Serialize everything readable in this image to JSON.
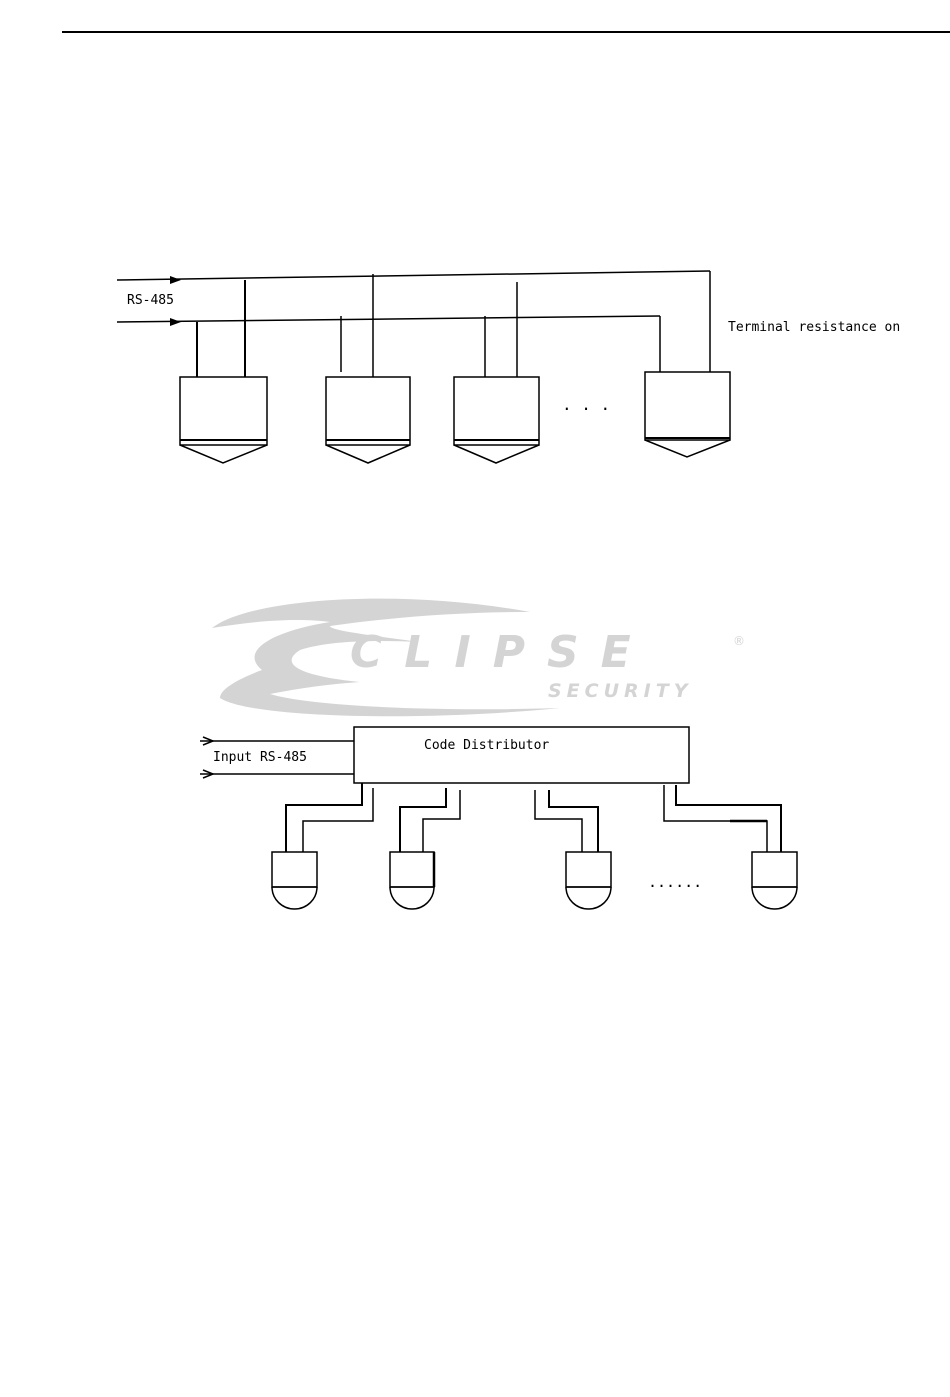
{
  "diagram1": {
    "bus_label": "RS-485",
    "terminal_label": "Terminal resistance on",
    "ellipsis": ". . ."
  },
  "watermark": {
    "brand": "CLIPSE",
    "subtitle": "SECURITY",
    "registered": "®"
  },
  "diagram2": {
    "box_label": "Code Distributor",
    "input_label": "Input RS-485",
    "ellipsis": "......"
  },
  "colors": {
    "line": "#000000",
    "watermark": "#d4d4d4"
  }
}
